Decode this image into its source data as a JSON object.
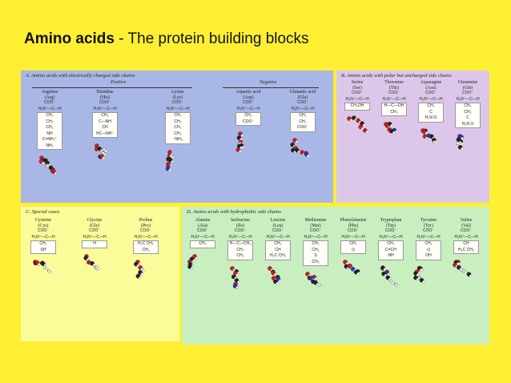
{
  "slide": {
    "title_bold": "Amino acids",
    "title_rest": " - The protein building blocks"
  },
  "panels": {
    "A": {
      "title": "A.  Amino acids with electrically charged side chains",
      "positive": "Positive",
      "negative": "Negative",
      "items": [
        {
          "name": "Arginine",
          "abbr": "(Arg)",
          "side": [
            "CH₂",
            "CH₂",
            "CH₂",
            "NH",
            "C=NH₂⁺",
            "NH₂"
          ]
        },
        {
          "name": "Histidine",
          "abbr": "(His)",
          "side": [
            "CH₂",
            "C—NH",
            "CH",
            "HC—NH⁺"
          ]
        },
        {
          "name": "Lysine",
          "abbr": "(Lys)",
          "side": [
            "CH₂",
            "CH₂",
            "CH₂",
            "CH₂",
            "⁺NH₃"
          ]
        },
        {
          "name": "Aspartic acid",
          "abbr": "(Asp)",
          "side": [
            "CH₂",
            "COO⁻"
          ]
        },
        {
          "name": "Glutamic acid",
          "abbr": "(Glu)",
          "side": [
            "CH₂",
            "CH₂",
            "COO⁻"
          ]
        }
      ]
    },
    "B": {
      "title": "B.  Amino acids with polar but uncharged side chains",
      "items": [
        {
          "name": "Serine",
          "abbr": "(Ser)",
          "side": [
            "CH₂OH"
          ]
        },
        {
          "name": "Threonine",
          "abbr": "(Thr)",
          "side": [
            "H—C—OH",
            "CH₃"
          ]
        },
        {
          "name": "Asparagine",
          "abbr": "(Asn)",
          "side": [
            "CH₂",
            "C",
            "H₂N  O"
          ]
        },
        {
          "name": "Glutamine",
          "abbr": "(Gln)",
          "side": [
            "CH₂",
            "CH₂",
            "C",
            "H₂N  O"
          ]
        }
      ]
    },
    "C": {
      "title": "C.  Special cases",
      "items": [
        {
          "name": "Cysteine",
          "abbr": "(Cys)",
          "side": [
            "CH₂",
            "SH"
          ]
        },
        {
          "name": "Glycine",
          "abbr": "(Gly)",
          "side": [
            "H"
          ]
        },
        {
          "name": "Proline",
          "abbr": "(Pro)",
          "side": [
            "H₂C  CH₂",
            "CH₂"
          ]
        }
      ]
    },
    "D": {
      "title": "D.  Amino acids with hydrophobic side chains",
      "items": [
        {
          "name": "Alanine",
          "abbr": "(Ala)",
          "side": [
            "CH₃"
          ]
        },
        {
          "name": "Isoleucine",
          "abbr": "(Ile)",
          "side": [
            "H—C—CH₃",
            "CH₂",
            "CH₃"
          ]
        },
        {
          "name": "Leucine",
          "abbr": "(Leu)",
          "side": [
            "CH₂",
            "CH",
            "H₃C  CH₃"
          ]
        },
        {
          "name": "Methionine",
          "abbr": "(Met)",
          "side": [
            "CH₂",
            "CH₂",
            "S",
            "CH₃"
          ]
        },
        {
          "name": "Phenylalanine",
          "abbr": "(Phe)",
          "side": [
            "CH₂",
            "⌬"
          ]
        },
        {
          "name": "Tryptophan",
          "abbr": "(Trp)",
          "side": [
            "CH₂",
            "C=CH",
            "NH"
          ]
        },
        {
          "name": "Tyrosine",
          "abbr": "(Tyr)",
          "side": [
            "CH₂",
            "⌬",
            "OH"
          ]
        },
        {
          "name": "Valine",
          "abbr": "(Val)",
          "side": [
            "CH",
            "H₃C  CH₃"
          ]
        }
      ]
    }
  },
  "backbone": {
    "carboxyl": "COO⁻",
    "amine": "H₃N⁺—C—H"
  }
}
